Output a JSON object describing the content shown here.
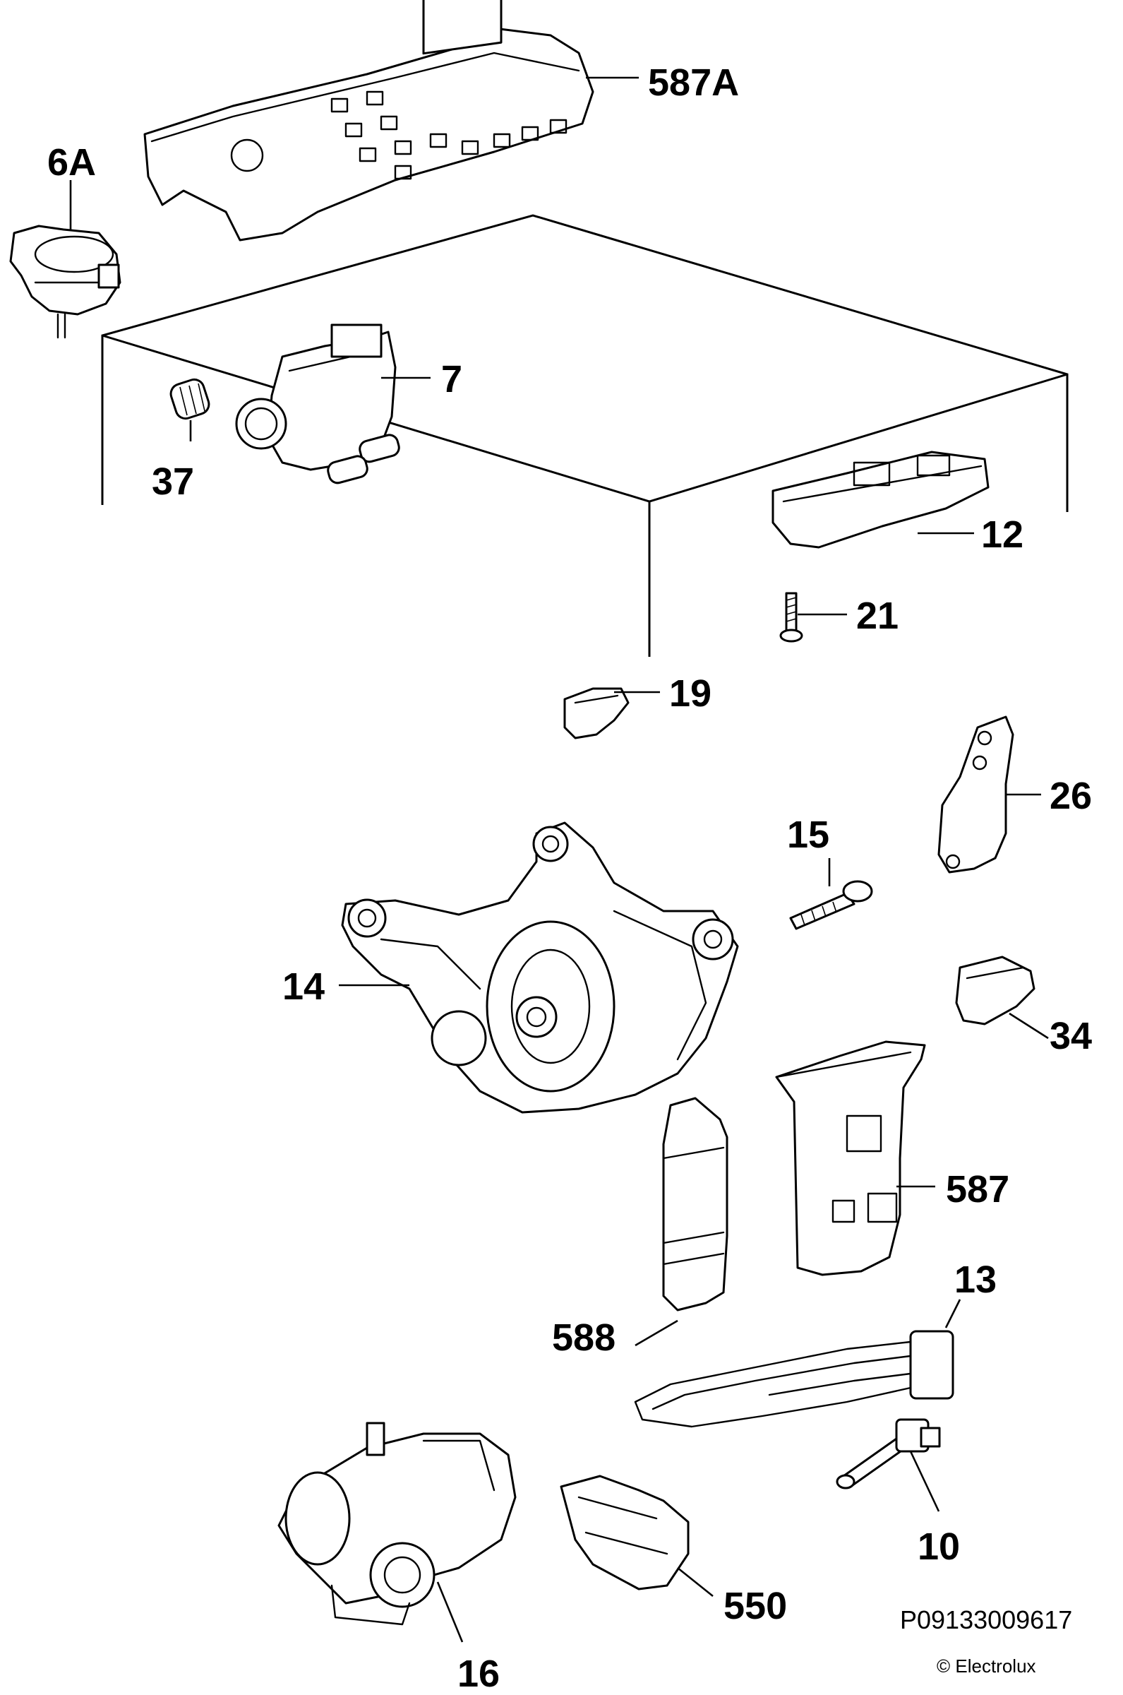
{
  "diagram": {
    "drawing_number": "P09133009617",
    "copyright": "© Electrolux"
  },
  "parts": [
    {
      "id": "587A",
      "label": "587A"
    },
    {
      "id": "6A",
      "label": "6A"
    },
    {
      "id": "7",
      "label": "7"
    },
    {
      "id": "37",
      "label": "37"
    },
    {
      "id": "12",
      "label": "12"
    },
    {
      "id": "21",
      "label": "21"
    },
    {
      "id": "19",
      "label": "19"
    },
    {
      "id": "26",
      "label": "26"
    },
    {
      "id": "15",
      "label": "15"
    },
    {
      "id": "14",
      "label": "14"
    },
    {
      "id": "34",
      "label": "34"
    },
    {
      "id": "587",
      "label": "587"
    },
    {
      "id": "588",
      "label": "588"
    },
    {
      "id": "13",
      "label": "13"
    },
    {
      "id": "10",
      "label": "10"
    },
    {
      "id": "550",
      "label": "550"
    },
    {
      "id": "16",
      "label": "16"
    }
  ]
}
